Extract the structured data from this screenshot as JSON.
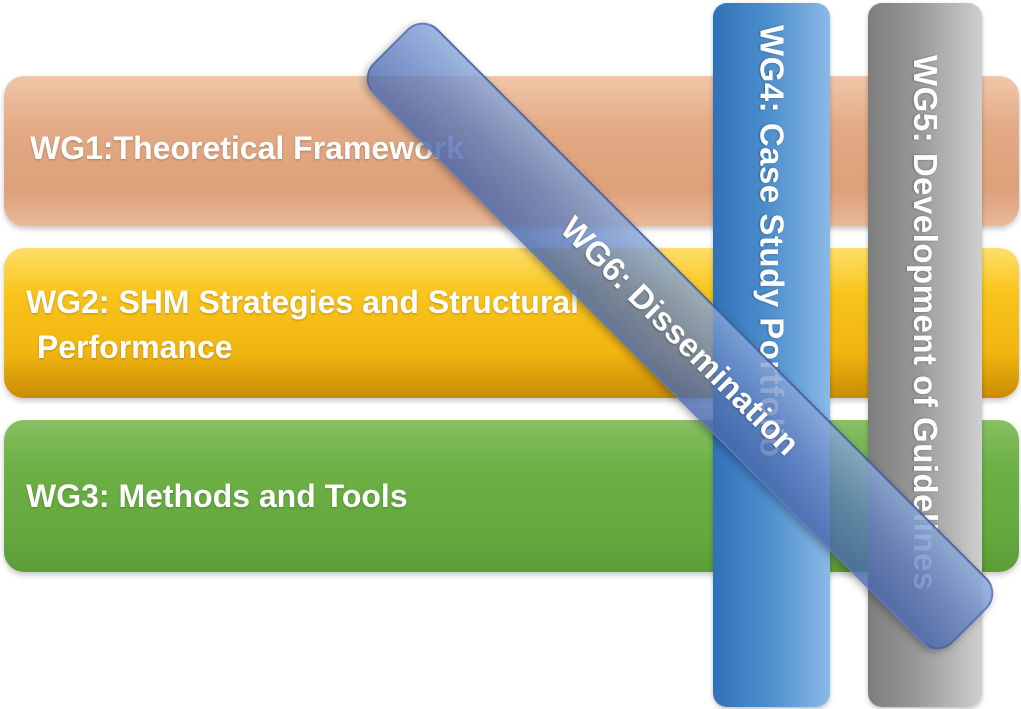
{
  "working_groups": {
    "wg1": {
      "label": "WG1:Theoretical Framework",
      "color": "#e3aa85"
    },
    "wg2": {
      "line1": "WG2: SHM Strategies and Structural",
      "line2": " Performance",
      "color": "#f9c41c"
    },
    "wg3": {
      "label": "WG3: Methods and Tools",
      "color": "#6db146"
    },
    "wg4": {
      "label": "WG4: Case Study Portfolio",
      "color": "#4b8dcc"
    },
    "wg5": {
      "label": "WG5: Development of Guidelines",
      "color": "#9a9a9a"
    },
    "wg6": {
      "label": "WG6: Dissemination",
      "color": "#5f7dbe"
    }
  }
}
